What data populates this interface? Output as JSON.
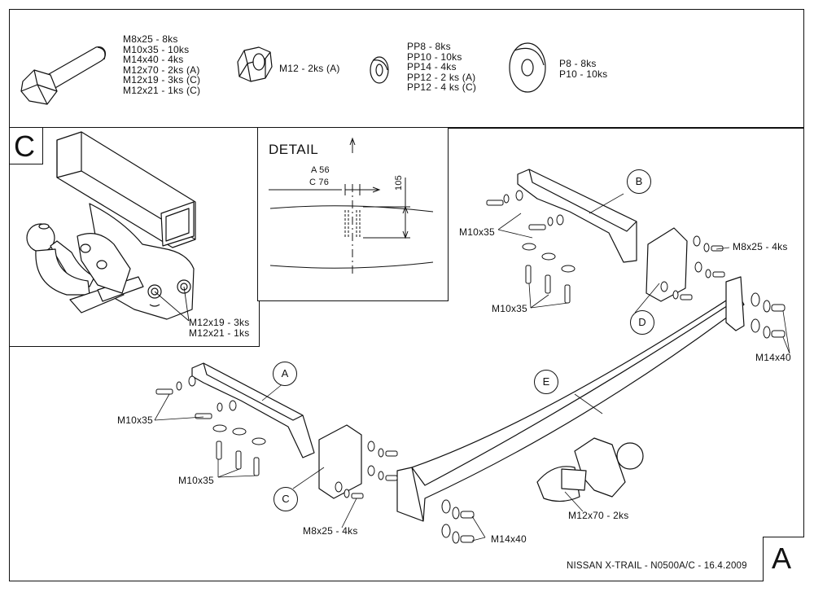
{
  "parts": {
    "bolts": [
      "M8x25 - 8ks",
      "M10x35 - 10ks",
      "M14x40 - 4ks",
      "M12x70 - 2ks (A)",
      "M12x19 - 3ks (C)",
      "M12x21 - 1ks (C)"
    ],
    "nut": "M12 - 2ks (A)",
    "spring_washers": [
      "PP8 - 8ks",
      "PP10 - 10ks",
      "PP14 - 4ks",
      "PP12 - 2 ks (A)",
      "PP12 - 4 ks (C)"
    ],
    "flat_washers": [
      "P8 - 8ks",
      "P10 - 10ks"
    ]
  },
  "detail_c": {
    "letter": "C",
    "label_1": "M12x19 - 3ks",
    "label_2": "M12x21 - 1ks"
  },
  "detail": {
    "title": "DETAIL",
    "dim_a": "A 56",
    "dim_c": "C 76",
    "dim_vertical": "105"
  },
  "main": {
    "callouts": {
      "a": "A",
      "b": "B",
      "c": "C",
      "d": "D",
      "e": "E"
    },
    "labels": {
      "m10x35_right_top": "M10x35",
      "m10x35_right_bottom": "M10x35",
      "m8x25_right": "M8x25 - 4ks",
      "m14x40_right": "M14x40",
      "m10x35_left_top": "M10x35",
      "m10x35_left_bottom": "M10x35",
      "m8x25_left": "M8x25 - 4ks",
      "m14x40_left": "M14x40",
      "m12x70": "M12x70 - 2ks"
    }
  },
  "footer": {
    "title": "NISSAN X-TRAIL - N0500A/C - 16.4.2009",
    "sheet_letter": "A"
  }
}
